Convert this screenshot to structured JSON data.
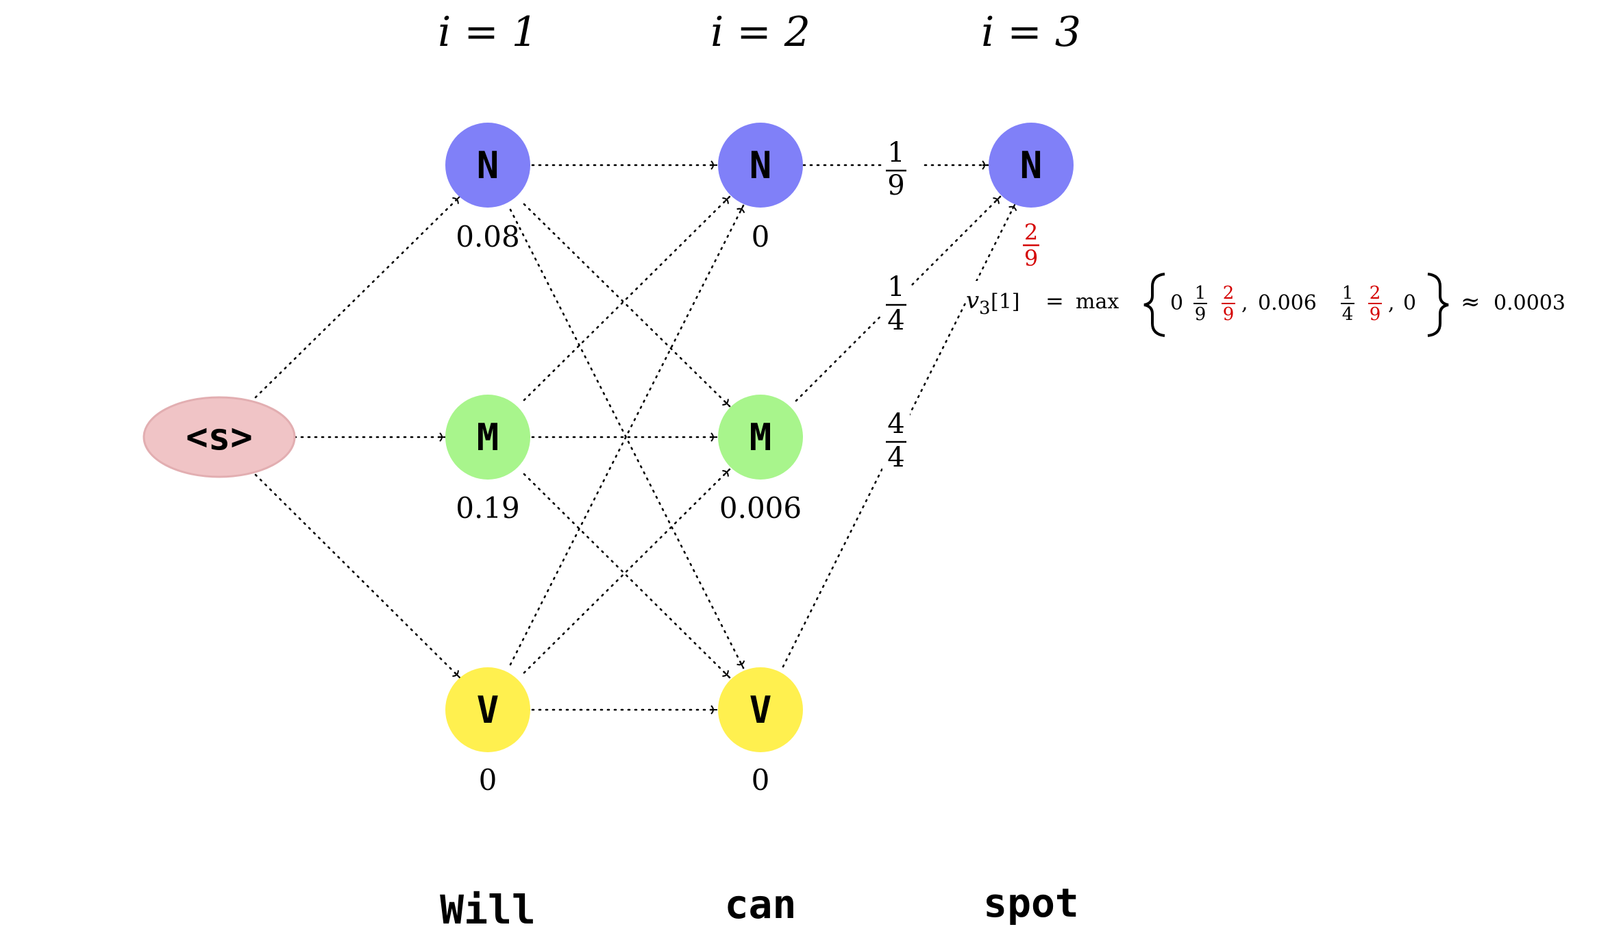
{
  "colors": {
    "noun": "#8080f8",
    "modal": "#a8f58c",
    "verb": "#fff04f",
    "start": "#f0c4c6",
    "start_stroke": "#e2aeb1",
    "highlight": "#d40000",
    "edge": "#000000"
  },
  "columns": [
    {
      "index_label": "i = 1",
      "word": "Will"
    },
    {
      "index_label": "i = 2",
      "word": "can"
    },
    {
      "index_label": "i = 3",
      "word": "spot"
    }
  ],
  "start_node": {
    "label": "<s>"
  },
  "nodes": {
    "n1": {
      "label": "N",
      "score": "0.08"
    },
    "m1": {
      "label": "M",
      "score": "0.19"
    },
    "v1": {
      "label": "V",
      "score": "0"
    },
    "n2": {
      "label": "N",
      "score": "0"
    },
    "m2": {
      "label": "M",
      "score": "0.006"
    },
    "v2": {
      "label": "V",
      "score": "0"
    },
    "n3": {
      "label": "N",
      "score": ""
    }
  },
  "emission_n3": {
    "num": "2",
    "den": "9"
  },
  "transition_labels": [
    {
      "num": "1",
      "den": "9"
    },
    {
      "num": "1",
      "den": "4"
    },
    {
      "num": "4",
      "den": "4"
    }
  ],
  "formula": {
    "lhs_var": "v",
    "lhs_sub": "3",
    "lhs_idx": "[1]",
    "eq": "=",
    "op": "max",
    "term1_coef": "0",
    "term1_num": "1",
    "term1_den": "9",
    "term1_enum": "2",
    "term1_eden": "9",
    "term2_coef": "0.006",
    "term2_num": "1",
    "term2_den": "4",
    "term2_enum": "2",
    "term2_eden": "9",
    "term3": "0",
    "comma": ",",
    "approx": "≈",
    "result": "0.0003"
  }
}
